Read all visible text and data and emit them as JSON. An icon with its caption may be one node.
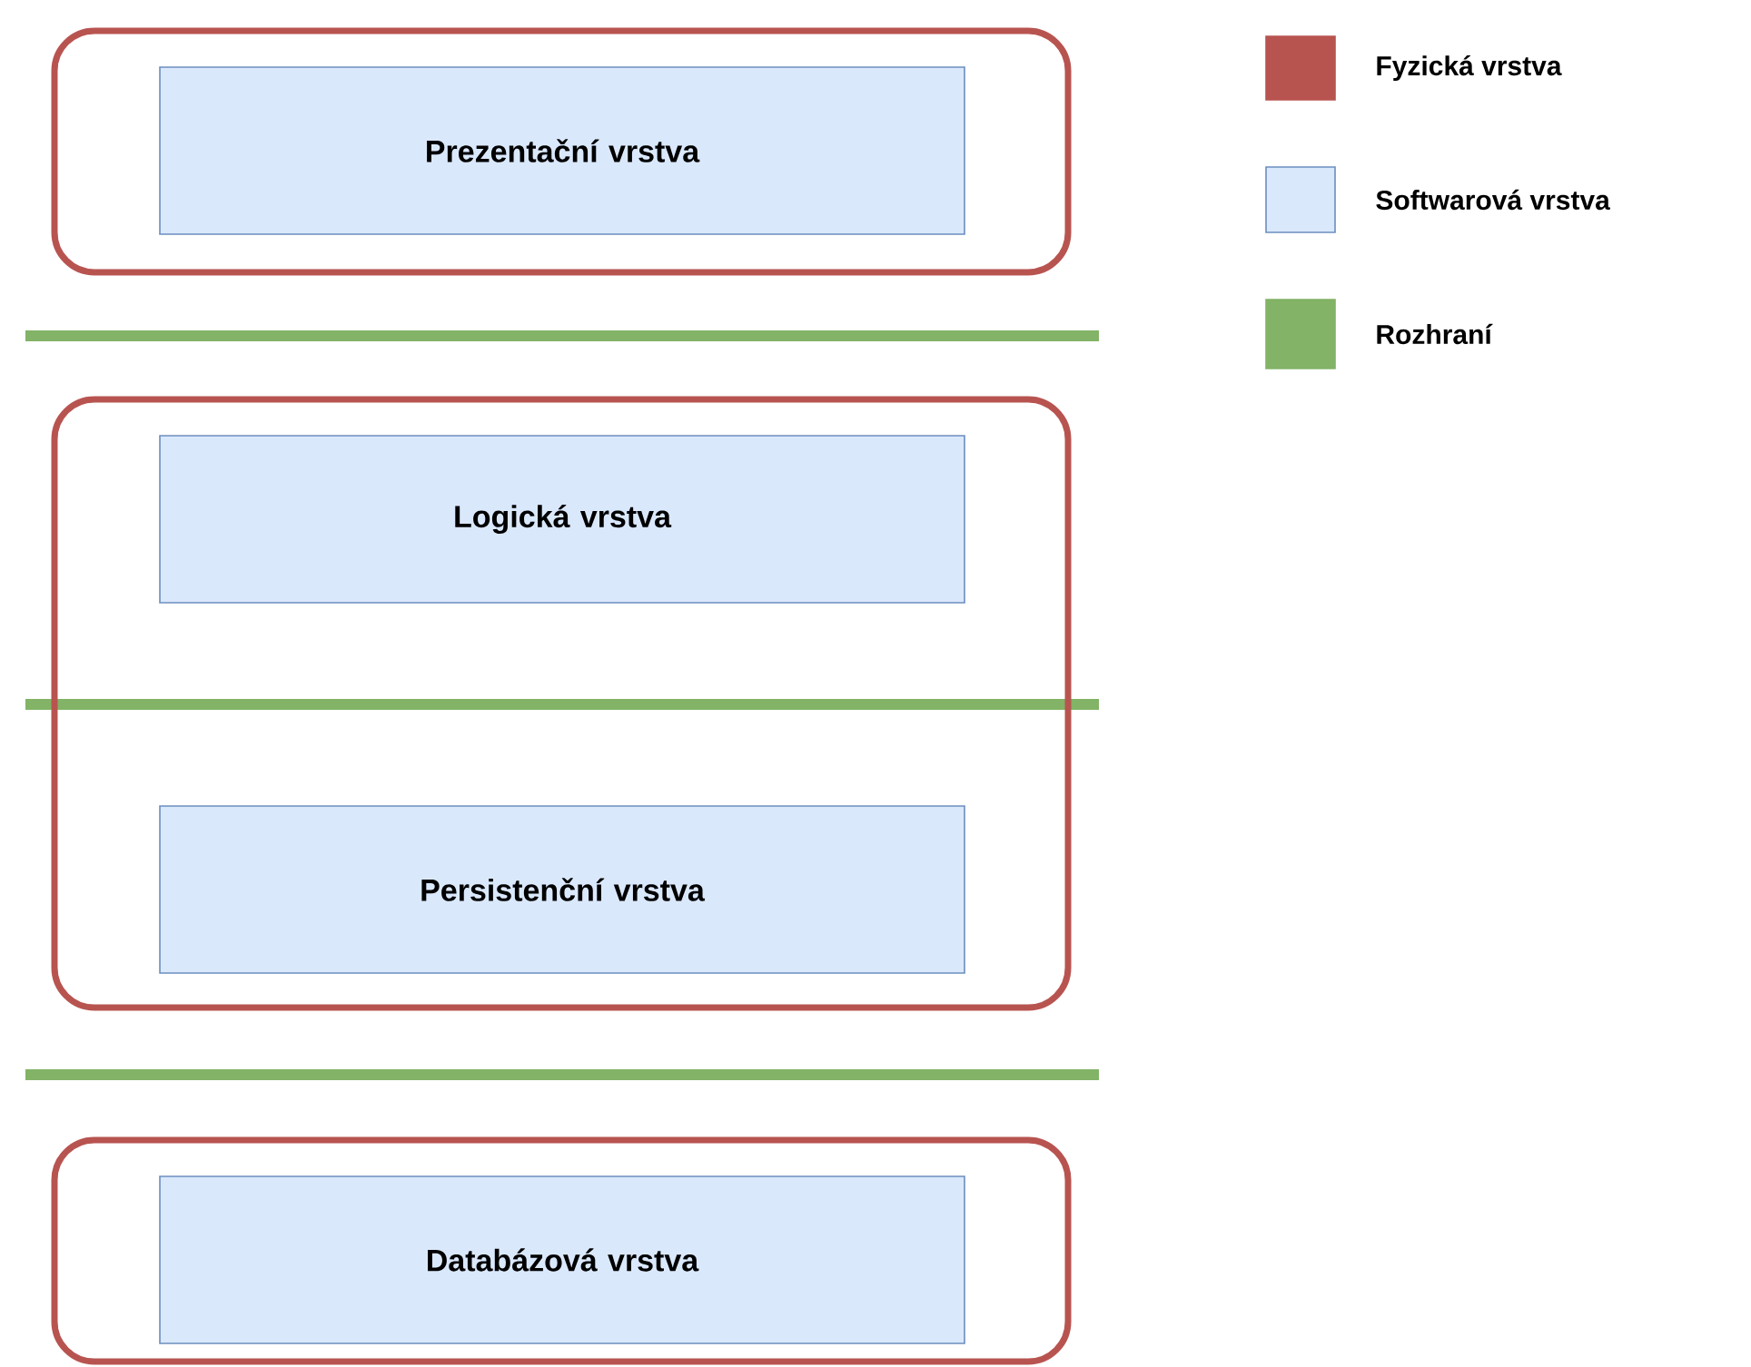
{
  "diagram": {
    "nodes": [
      {
        "text": [],
        "shape": "box"
      },
      {
        "text": [
          "Prezentační vrstva"
        ],
        "in": 0
      },
      {
        "text": [],
        "shape": "box"
      },
      {
        "text": [
          "Logická vrstva"
        ],
        "in": 2
      },
      {
        "text": [
          "Persistenční vrstva"
        ],
        "in": 2
      },
      {
        "text": [],
        "shape": "box"
      },
      {
        "text": [
          "Databázová vrstva"
        ],
        "in": 5
      }
    ],
    "legend": [
      {
        "text": "Fyzická vrstva",
        "color": "#b85450"
      },
      {
        "text": "Softwarová vrstva",
        "color": "#dae8fc"
      },
      {
        "text": "Rozhraní",
        "color": "#82b366"
      }
    ]
  }
}
